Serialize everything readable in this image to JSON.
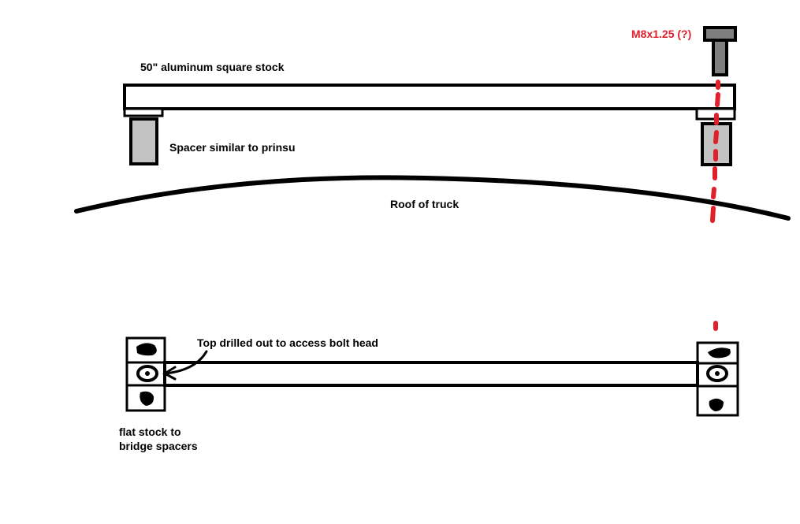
{
  "labels": {
    "square_stock": "50\" aluminum square stock",
    "bolt": "M8x1.25 (?)",
    "spacer": "Spacer similar to prinsu",
    "roof": "Roof of truck",
    "top_drilled": "Top drilled out to access bolt head",
    "flat_stock": "flat stock to\nbridge spacers"
  },
  "colors": {
    "line": "#000000",
    "spacer_fill": "#c3c3c3",
    "bolt_fill": "#7f7f7f",
    "bolt_axis": "#e0202a",
    "background": "#ffffff"
  }
}
